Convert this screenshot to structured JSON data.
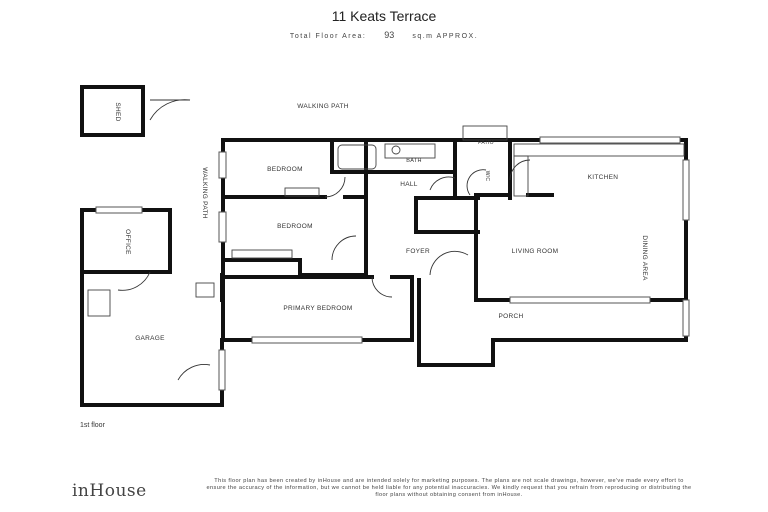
{
  "header": {
    "title": "11 Keats Terrace",
    "area_label": "Total Floor Area:",
    "area_value": "93",
    "area_unit": "sq.m APPROX."
  },
  "rooms": {
    "shed": "SHED",
    "walking_path_top": "WALKING PATH",
    "walking_path_side": "WALKING PATH",
    "bedroom1": "BEDROOM",
    "bedroom2": "BEDROOM",
    "bath": "BATH",
    "patio": "PATIO",
    "wc": "W/C",
    "hall": "HALL",
    "kitchen": "KITCHEN",
    "office": "OFFICE",
    "foyer": "FOYER",
    "living_room": "LIVING ROOM",
    "dining_area": "DINING AREA",
    "primary_bedroom": "PRIMARY BEDROOM",
    "porch": "PORCH",
    "garage": "GARAGE"
  },
  "footer": {
    "floor": "1st floor",
    "logo": "inHouse",
    "disclaimer": "This floor plan has been created by inHouse and are intended solely for marketing purposes. The plans are not scale drawings, however, we've made every effort to ensure the accuracy of the information, but we cannot be held liable for any potential inaccuracies. We kindly request that you refrain from reproducing or distributing the floor plans without obtaining consent from inHouse."
  }
}
